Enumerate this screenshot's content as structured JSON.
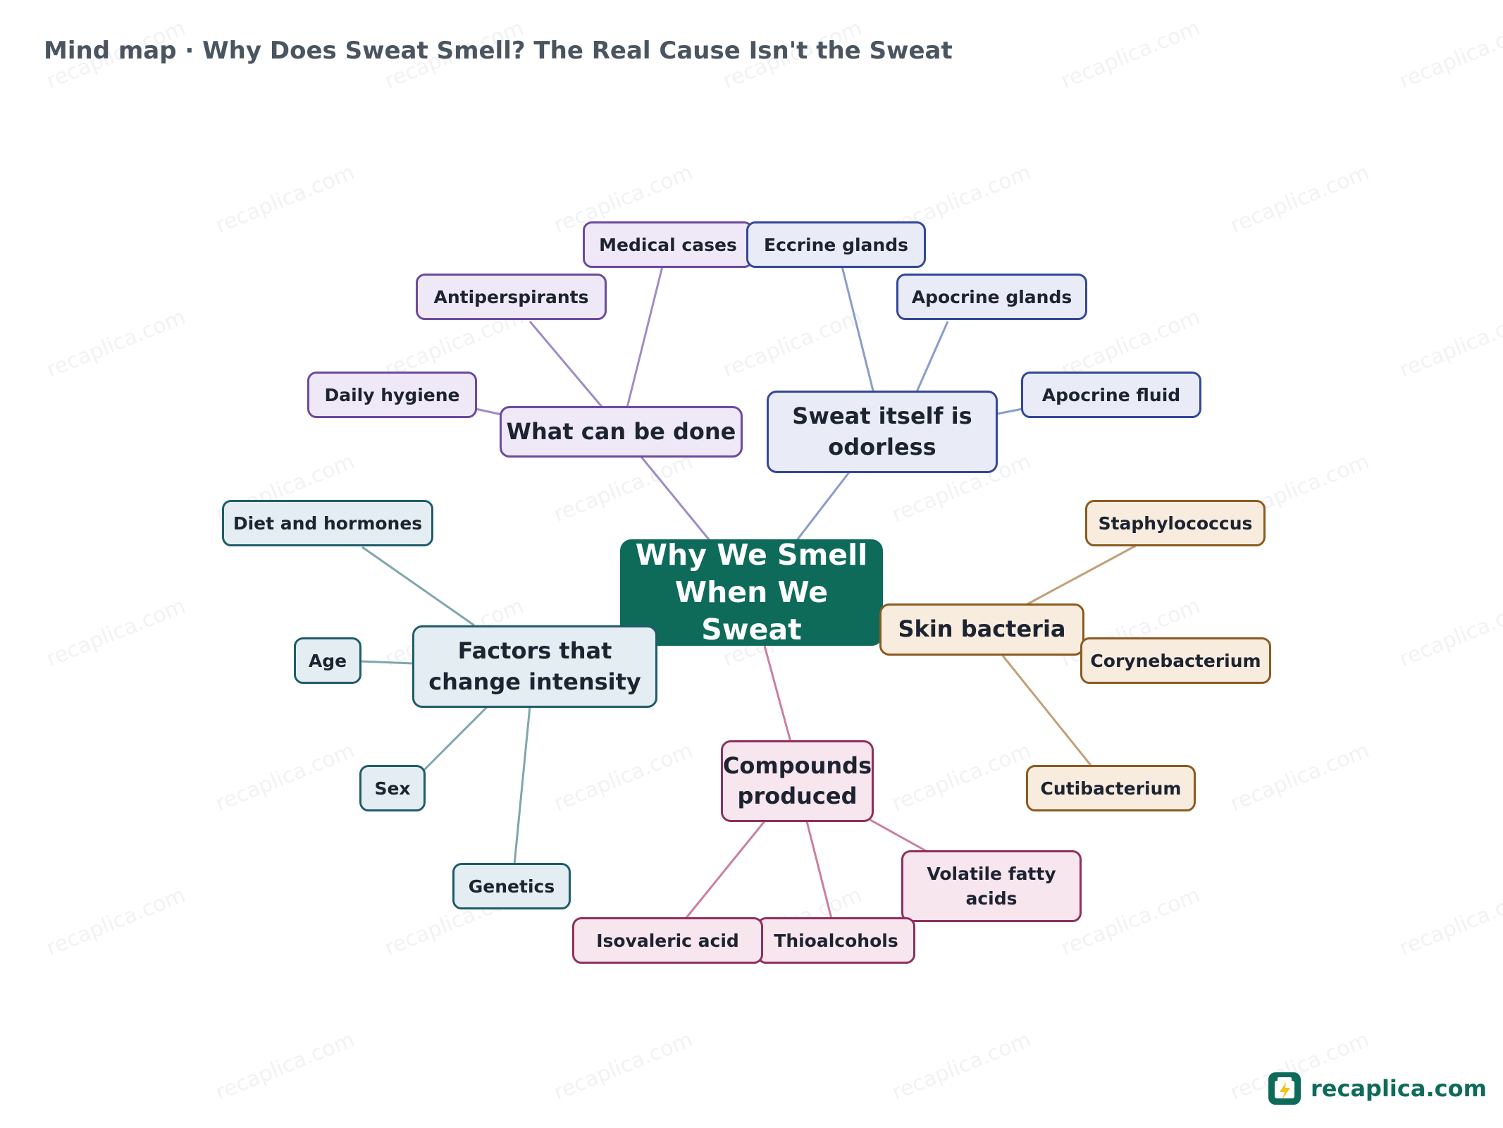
{
  "title": "Mind map · Why Does Sweat Smell? The Real Cause Isn't the Sweat",
  "root": {
    "label": "Why We Smell When We Sweat"
  },
  "branches": {
    "what_can_be_done": {
      "label": "What can be done",
      "color": "#6b4aa0",
      "children": [
        "Daily hygiene",
        "Antiperspirants",
        "Medical cases"
      ]
    },
    "sweat_odorless": {
      "label": "Sweat itself is odorless",
      "color": "#33479a",
      "children": [
        "Eccrine glands",
        "Apocrine glands",
        "Apocrine fluid"
      ]
    },
    "skin_bacteria": {
      "label": "Skin bacteria",
      "color": "#8b5a1f",
      "children": [
        "Staphylococcus",
        "Corynebacterium",
        "Cutibacterium"
      ]
    },
    "compounds": {
      "label": "Compounds produced",
      "color": "#8f2f5d",
      "children": [
        "Volatile fatty acids",
        "Thioalcohols",
        "Isovaleric acid"
      ]
    },
    "factors": {
      "label": "Factors that change intensity",
      "color": "#1f5c6a",
      "children": [
        "Diet and hormones",
        "Age",
        "Sex",
        "Genetics"
      ]
    }
  },
  "watermark": "recaplica.com",
  "brand": {
    "name": "recaplica.com",
    "accent": "#0e6b5a"
  }
}
